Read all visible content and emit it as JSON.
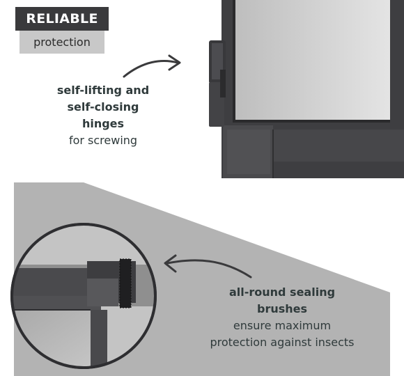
{
  "badge": {
    "primary": "RELIABLE",
    "secondary": "protection"
  },
  "callouts": [
    {
      "title_lines": [
        "self-lifting and",
        "self-closing",
        "hinges"
      ],
      "detail_lines": [
        "for screwing"
      ]
    },
    {
      "title_lines": [
        "all-round sealing",
        "brushes"
      ],
      "detail_lines": [
        "ensure maximum",
        "protection against insects"
      ]
    }
  ],
  "colors": {
    "frame": "#404043",
    "badge_dark": "#3a3a3c",
    "badge_light": "#c8c8c8",
    "band": "#b3b3b3",
    "text": "#2f3a3b",
    "glass": "#d8d8d8"
  }
}
